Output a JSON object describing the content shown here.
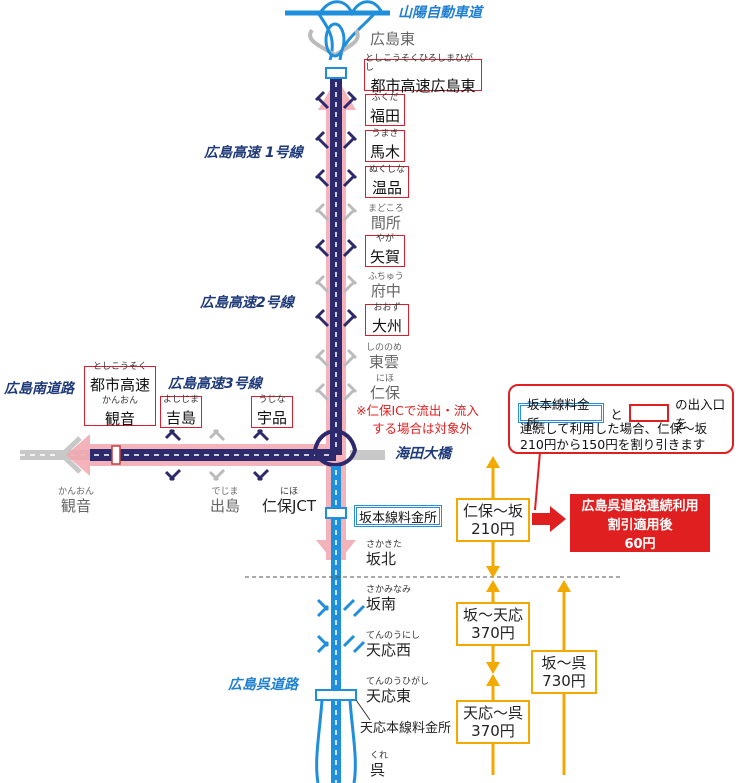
{
  "routes": {
    "sanyo": "山陽自動車道",
    "hiroshima_1": "広島高速 1号線",
    "hiroshima_2": "広島高速2号線",
    "hiroshima_3": "広島高速3号線",
    "minami": "広島南道路",
    "kaita": "海田大橋",
    "kure": "広島呉道路"
  },
  "stations": {
    "hiroshima_higashi": "広島東",
    "toshi_higashi": {
      "ruby": "としこうそくひろしまひがし",
      "name": "都市高速広島東"
    },
    "fukuda": {
      "ruby": "ふくだ",
      "name": "福田"
    },
    "umaki": {
      "ruby": "うまき",
      "name": "馬木"
    },
    "nukushina": {
      "ruby": "ぬくしな",
      "name": "温品"
    },
    "madokoro": {
      "ruby": "まどころ",
      "name": "間所"
    },
    "yaga": {
      "ruby": "やが",
      "name": "矢賀"
    },
    "fuchu": {
      "ruby": "ふちゅう",
      "name": "府中"
    },
    "ozu": {
      "ruby": "おおず",
      "name": "大州"
    },
    "shinonome": {
      "ruby": "しののめ",
      "name": "東雲"
    },
    "niho": {
      "ruby": "にほ",
      "name": "仁保"
    },
    "toshi_kanon": {
      "ruby1": "としこうそく",
      "line1": "都市高速",
      "ruby2": "かんおん",
      "line2": "観音"
    },
    "yoshijima": {
      "ruby": "よしじま",
      "name": "吉島"
    },
    "ujina": {
      "ruby": "うじな",
      "name": "宇品"
    },
    "kanon": {
      "ruby": "かんおん",
      "name": "観音"
    },
    "dejima": {
      "ruby": "でじま",
      "name": "出島"
    },
    "niho_jct": {
      "ruby": "にほ",
      "name": "仁保JCT"
    },
    "sakakita": {
      "ruby": "さかきた",
      "name": "坂北"
    },
    "sakaminami": {
      "ruby": "さかみなみ",
      "name": "坂南"
    },
    "tenno_nishi": {
      "ruby": "てんのうにし",
      "name": "天応西"
    },
    "tenno_higashi": {
      "ruby": "てんのうひがし",
      "name": "天応東"
    },
    "tenno_toll": "天応本線料金所",
    "kure": {
      "ruby": "くれ",
      "name": "呉"
    }
  },
  "toll_gate": "坂本線料金所",
  "note": {
    "line1": "※仁保ICで流出・流入",
    "line2": "する場合は対象外"
  },
  "callout": {
    "box_label": "坂本線料金所",
    "connector": "と",
    "suffix": "の出入口を",
    "line2": "連続して利用した場合、仁保～坂",
    "line3": "210円から150円を割り引きます"
  },
  "discount": {
    "line1": "広島呉道路連続利用",
    "line2": "割引適用後",
    "line3": "60円"
  },
  "fares": {
    "niho_saka": {
      "route": "仁保～坂",
      "price": "210円"
    },
    "saka_tenno": {
      "route": "坂～天応",
      "price": "370円"
    },
    "tenno_kure": {
      "route": "天応～呉",
      "price": "370円"
    },
    "saka_kure": {
      "route": "坂～呉",
      "price": "730円"
    }
  },
  "colors": {
    "expressway_blue": "#1f8fdc",
    "urban_navy": "#2c2a6c",
    "highlight_pink": "#f3a6b0",
    "accent_red": "#e02020",
    "fare_orange": "#f2a900"
  }
}
